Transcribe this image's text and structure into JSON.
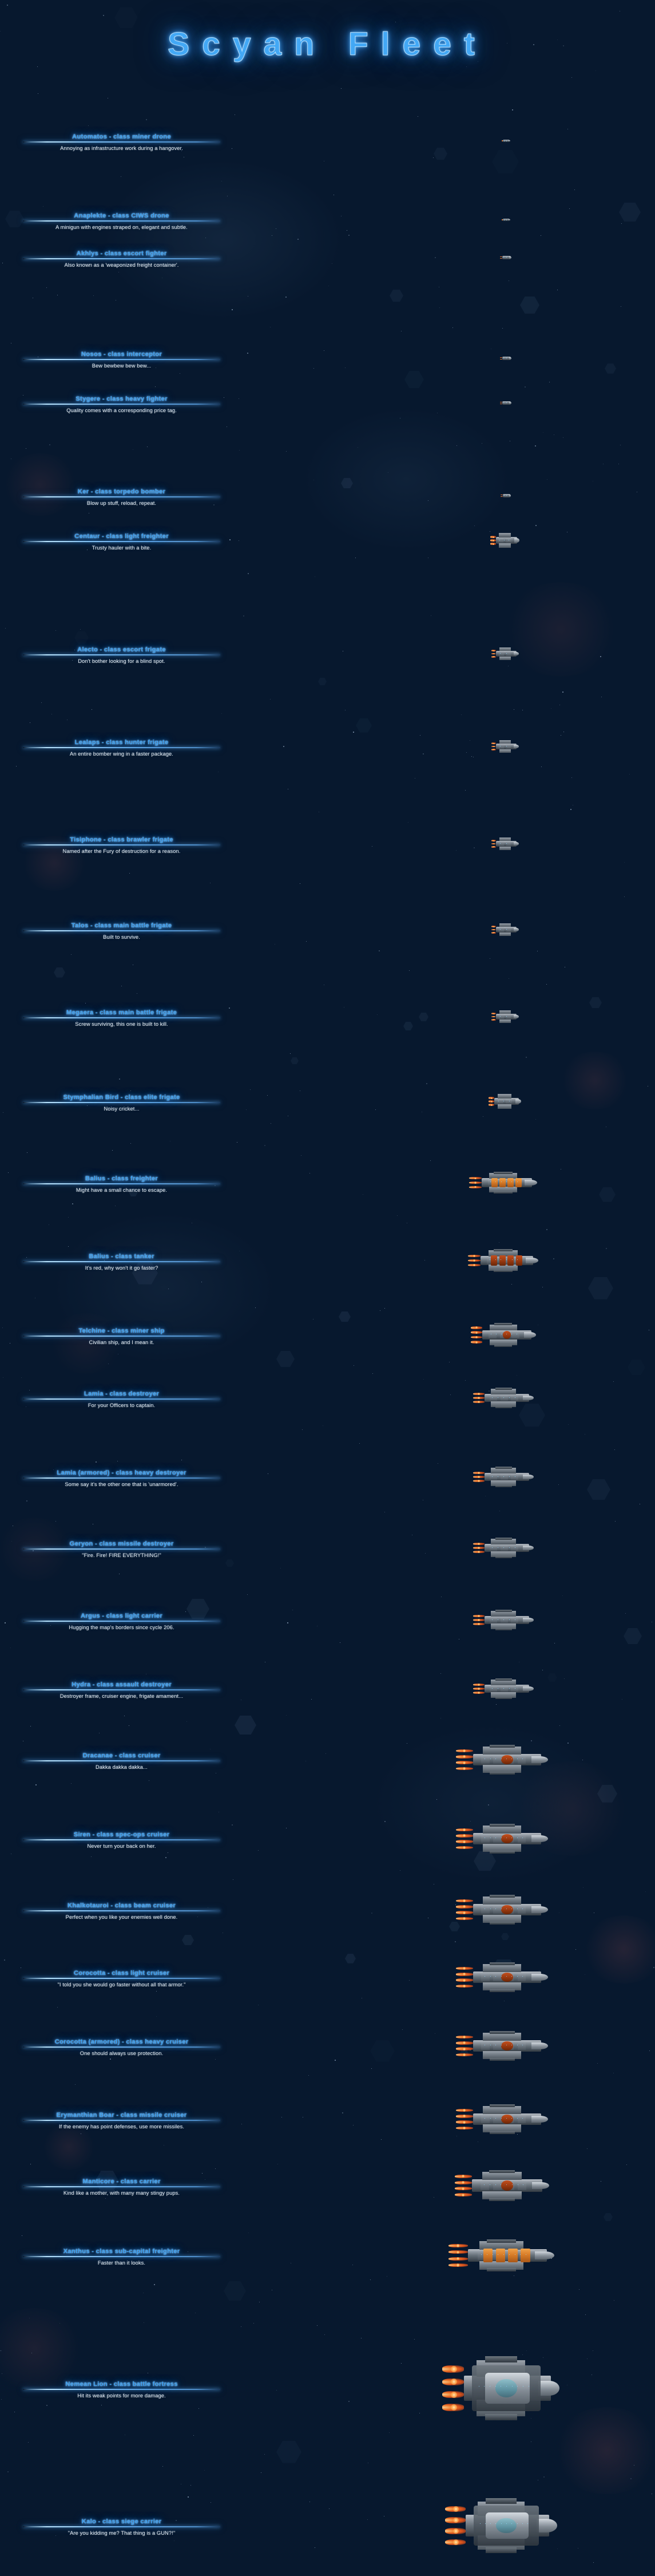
{
  "page": {
    "title": "Scyan Fleet",
    "accent_color": "#3b9ff0",
    "rule_color": "#b9e4ff",
    "desc_color": "#edf4fb",
    "background_color": "#07182e"
  },
  "ships": [
    {
      "name": "Automatos - class miner drone",
      "desc": "Annoying as infrastructure work during a hangover.",
      "size": "drone"
    },
    {
      "name": "Anaplekte - class CIWS drone",
      "desc": "A minigun with engines straped on, elegant and subtle.",
      "size": "drone"
    },
    {
      "name": "Akhlys - class escort fighter",
      "desc": "Also known as a 'weaponized freight container'.",
      "size": "fighter"
    },
    {
      "name": "Nosos - class interceptor",
      "desc": "Bew bewbew bew bew...",
      "size": "fighter"
    },
    {
      "name": "Stygere - class heavy fighter",
      "desc": "Quality comes with a corresponding price tag.",
      "size": "fighter"
    },
    {
      "name": "Ker - class torpedo bomber",
      "desc": "Blow up stuff, reload, repeat.",
      "size": "bomber"
    },
    {
      "name": "Centaur - class light freighter",
      "desc": "Trusty hauler with a bite.",
      "size": "small"
    },
    {
      "name": "Alecto - class escort frigate",
      "desc": "Don't bother looking for a blind spot.",
      "size": "frigate"
    },
    {
      "name": "Lealaps - class hunter frigate",
      "desc": "An entire bomber wing in a faster package.",
      "size": "frigate"
    },
    {
      "name": "Tisiphone - class brawler frigate",
      "desc": "Named after the Fury of destruction for a reason.",
      "size": "frigate"
    },
    {
      "name": "Talos - class main battle frigate",
      "desc": "Built to survive.",
      "size": "frigate"
    },
    {
      "name": "Megaera - class main battle frigate",
      "desc": "Screw surviving, this one is built to kill.",
      "size": "frigate"
    },
    {
      "name": "Stymphalian Bird - class elite frigate",
      "desc": "Noisy cricket...",
      "size": "elite"
    },
    {
      "name": "Balius - class freighter",
      "desc": "Might have a small chance to escape.",
      "size": "freighter"
    },
    {
      "name": "Balius - class tanker",
      "desc": "It's red, why won't it go faster?",
      "size": "tanker"
    },
    {
      "name": "Telchine - class miner ship",
      "desc": "Civilian ship, and I mean it.",
      "size": "miner"
    },
    {
      "name": "Lamia - class destroyer",
      "desc": "For your Officers to captain.",
      "size": "destroyer"
    },
    {
      "name": "Lamia (armored) - class heavy destroyer",
      "desc": "Some say it's the other one that is 'unarmored'.",
      "size": "destroyer"
    },
    {
      "name": "Geryon - class missile destroyer",
      "desc": "\"Fire. Fire! FIRE EVERYTHING!\"",
      "size": "destroyer"
    },
    {
      "name": "Argus - class light carrier",
      "desc": "Hugging the map's borders since cycle 206.",
      "size": "destroyer"
    },
    {
      "name": "Hydra - class assault destroyer",
      "desc": "Destroyer frame, cruiser engine, frigate amament...",
      "size": "destroyer"
    },
    {
      "name": "Dracanae - class cruiser",
      "desc": "Dakka dakka dakka...",
      "size": "cruiser"
    },
    {
      "name": "Siren - class spec-ops cruiser",
      "desc": "Never turn your back on her.",
      "size": "cruiser"
    },
    {
      "name": "Khalkotauroi - class beam cruiser",
      "desc": "Perfect when you like your enemies well done.",
      "size": "cruiser"
    },
    {
      "name": "Corocotta - class light cruiser",
      "desc": "\"I told you she would go faster without all that armor.\"",
      "size": "cruiser"
    },
    {
      "name": "Corocotta (armored) - class heavy cruiser",
      "desc": "One should always use protection.",
      "size": "cruiser"
    },
    {
      "name": "Erymanthian Boar - class missile cruiser",
      "desc": "If the enemy has point defenses, use more missiles.",
      "size": "cruiser"
    },
    {
      "name": "Manticore - class carrier",
      "desc": "Kind like a mother, with many many stingy pups.",
      "size": "carrier"
    },
    {
      "name": "Xanthus - class sub-capital freighter",
      "desc": "Faster than it looks.",
      "size": "capital"
    },
    {
      "name": "Nemean Lion - class battle fortress",
      "desc": "Hit its weak points for more damage.",
      "size": "fortress"
    },
    {
      "name": "Kalo - class siege carrier",
      "desc": "\"Are you kidding me? That thing is a GUN?!\"",
      "size": "siege"
    }
  ]
}
